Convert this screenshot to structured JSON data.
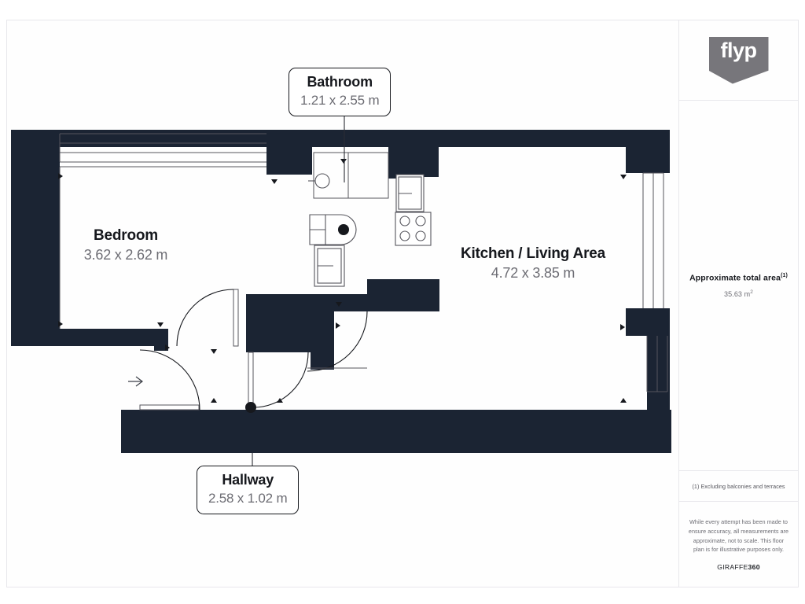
{
  "document": {
    "type": "floor-plan",
    "logo_text": "flyp",
    "brand_footer_prefix": "GIRAFFE",
    "brand_footer_suffix": "360"
  },
  "sidebar": {
    "area_title": "Approximate total area",
    "area_title_superscript": "(1)",
    "area_value": "35.63 m",
    "area_value_superscript": "2",
    "footnote": "(1) Excluding balconies and terraces",
    "disclaimer": "While every attempt has been made to ensure accuracy, all measurements are approximate, not to scale. This floor plan is for illustrative purposes only."
  },
  "rooms": [
    {
      "id": "bathroom",
      "name": "Bathroom",
      "dimensions": "1.21 x 2.55 m",
      "width_m": 1.21,
      "length_m": 2.55,
      "boxed": true
    },
    {
      "id": "bedroom",
      "name": "Bedroom",
      "dimensions": "3.62 x 2.62 m",
      "width_m": 3.62,
      "length_m": 2.62,
      "boxed": false
    },
    {
      "id": "kitchen-living",
      "name": "Kitchen / Living Area",
      "dimensions": "4.72 x 3.85 m",
      "width_m": 4.72,
      "length_m": 3.85,
      "boxed": false
    },
    {
      "id": "hallway",
      "name": "Hallway",
      "dimensions": "2.58 x 1.02 m",
      "width_m": 2.58,
      "length_m": 1.02,
      "boxed": true
    }
  ],
  "colors": {
    "wall": "#1b2433",
    "wall_dark": "#16181d",
    "text_primary": "#16181d",
    "text_secondary": "#6d6d74",
    "page_border": "#e8e7ec",
    "logo_gray": "#77767b",
    "background": "#ffffff"
  },
  "fixtures": [
    {
      "name": "bathroom-sink",
      "room": "bathroom"
    },
    {
      "name": "bathtub",
      "room": "bathroom"
    },
    {
      "name": "toilet",
      "room": "bathroom"
    },
    {
      "name": "kitchen-sink",
      "room": "kitchen-living"
    },
    {
      "name": "hob-four-burner",
      "room": "kitchen-living"
    }
  ],
  "openings": [
    {
      "name": "entrance-door",
      "room": "hallway"
    },
    {
      "name": "bedroom-door",
      "room": "bedroom"
    },
    {
      "name": "bathroom-door",
      "room": "bathroom"
    },
    {
      "name": "kitchen-door",
      "room": "kitchen-living"
    },
    {
      "name": "window-north",
      "room": "bedroom"
    },
    {
      "name": "window-east-upper",
      "room": "kitchen-living"
    },
    {
      "name": "window-east-lower",
      "room": "kitchen-living"
    }
  ]
}
